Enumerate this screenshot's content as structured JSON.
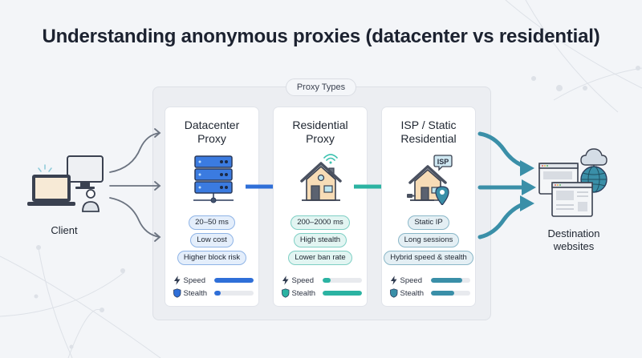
{
  "title": "Understanding anonymous proxies (datacenter vs residential)",
  "group_label": "Proxy Types",
  "client": {
    "label": "Client",
    "icon": "laptop-desktop-user-icon"
  },
  "destination": {
    "label_line1": "Destination",
    "label_line2": "websites",
    "icon": "browser-windows-globe-cloud-icon"
  },
  "colors": {
    "datacenter": "#2f6fd8",
    "residential": "#2bb3a2",
    "isp": "#3a8fa8",
    "client_arrows": "#6b7380",
    "dest_arrows": "#3a8fa8"
  },
  "cards": [
    {
      "title_line1": "Datacenter",
      "title_line2": "Proxy",
      "icon": "server-rack-icon",
      "tags": [
        "20–50 ms",
        "Low cost",
        "Higher block risk"
      ],
      "metrics": [
        {
          "label": "Speed",
          "icon": "lightning-icon",
          "value": 1.0
        },
        {
          "label": "Stealth",
          "icon": "shield-icon",
          "value": 0.18
        }
      ]
    },
    {
      "title_line1": "Residential",
      "title_line2": "Proxy",
      "icon": "house-wifi-icon",
      "tags": [
        "200–2000 ms",
        "High stealth",
        "Lower ban rate"
      ],
      "metrics": [
        {
          "label": "Speed",
          "icon": "lightning-icon",
          "value": 0.22
        },
        {
          "label": "Stealth",
          "icon": "shield-icon",
          "value": 1.0
        }
      ]
    },
    {
      "title_line1": "ISP / Static",
      "title_line2": "Residential",
      "icon": "house-isp-location-icon",
      "isp_badge": "ISP",
      "tags": [
        "Static IP",
        "Long sessions",
        "Hybrid speed & stealth"
      ],
      "metrics": [
        {
          "label": "Speed",
          "icon": "lightning-icon",
          "value": 0.8
        },
        {
          "label": "Stealth",
          "icon": "shield-icon",
          "value": 0.6
        }
      ]
    }
  ]
}
